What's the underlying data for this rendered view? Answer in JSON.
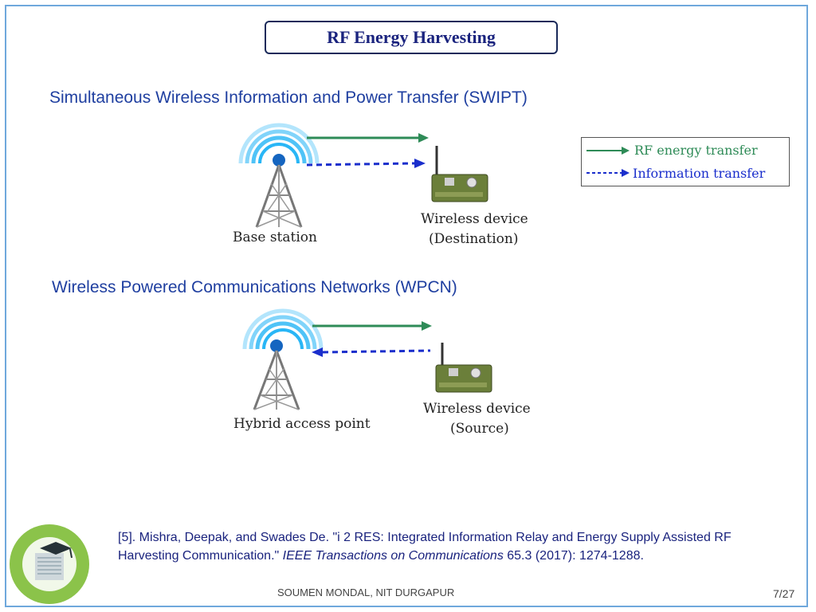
{
  "slide": {
    "title": "RF Energy Harvesting",
    "page_number": "7/27",
    "footer": "SOUMEN MONDAL, NIT DURGAPUR"
  },
  "swipt": {
    "heading": "Simultaneous Wireless Information and Power Transfer (SWIPT)",
    "tower_label": "Base station",
    "device_label_line1": "Wireless device",
    "device_label_line2": "(Destination)"
  },
  "wpcn": {
    "heading": "Wireless Powered Communications Networks (WPCN)",
    "tower_label": "Hybrid access point",
    "device_label_line1": "Wireless device",
    "device_label_line2": "(Source)"
  },
  "legend": {
    "rf_label": "RF energy transfer",
    "info_label": "Information transfer"
  },
  "reference": {
    "part1": "[5]. Mishra, Deepak, and Swades De. \"i 2 RES: Integrated Information Relay and Energy Supply Assisted RF Harvesting Communication.\" ",
    "journal": "IEEE Transactions on Communications",
    "part2": " 65.3 (2017): 1274-1288."
  },
  "colors": {
    "rf_arrow": "#2e8b57",
    "info_arrow": "#1a2ecc",
    "heading": "#1f3fa0"
  },
  "icons": [
    "tower-icon",
    "wireless-device-icon",
    "university-logo"
  ]
}
